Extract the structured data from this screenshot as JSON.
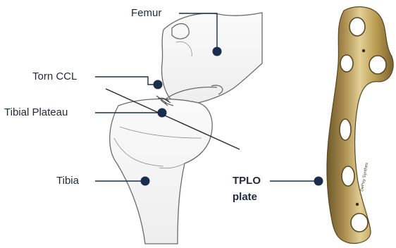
{
  "labels": {
    "femur": "Femur",
    "torn_ccl": "Torn CCL",
    "tibial_plateau": "Tibial Plateau",
    "tibia": "Tibia",
    "tplo_plate_line1": "TPLO",
    "tplo_plate_line2": "plate"
  },
  "plate_engraving": "DePuy Synthes",
  "colors": {
    "marker": "#1a2d4d",
    "leader": "#1a2d4d",
    "bone_outline": "#6b6b6b",
    "plate_gold": "#b49a5a",
    "text": "#1f2a3a"
  },
  "icons": [
    "marker-dot",
    "leader-line",
    "osteotomy-line"
  ]
}
